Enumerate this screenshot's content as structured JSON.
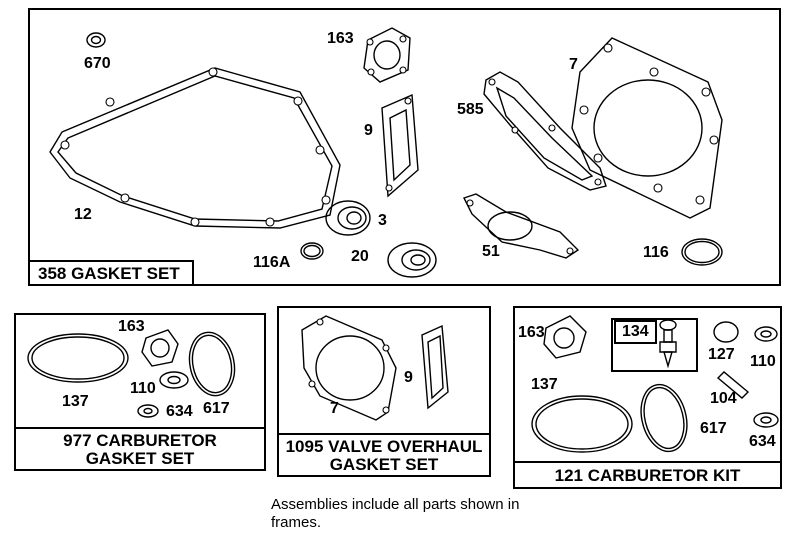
{
  "kits": {
    "gasket_set": {
      "label": "358 GASKET SET"
    },
    "carb_gasket_set": {
      "line1": "977 CARBURETOR",
      "line2": "GASKET SET"
    },
    "valve_overhaul": {
      "line1": "1095 VALVE OVERHAUL",
      "line2": "GASKET SET"
    },
    "carb_kit": {
      "label": "121 CARBURETOR KIT"
    }
  },
  "parts_main": {
    "p670": "670",
    "p163": "163",
    "p7": "7",
    "p585": "585",
    "p9": "9",
    "p12": "12",
    "p3": "3",
    "p116A": "116A",
    "p20": "20",
    "p51": "51",
    "p116": "116"
  },
  "parts_carb_gasket": {
    "p163": "163",
    "p137": "137",
    "p110": "110",
    "p634": "634",
    "p617": "617"
  },
  "parts_valve": {
    "p7": "7",
    "p9": "9"
  },
  "parts_carb_kit": {
    "p163": "163",
    "p134": "134",
    "p127": "127",
    "p110": "110",
    "p137": "137",
    "p104": "104",
    "p617": "617",
    "p634": "634"
  },
  "note": {
    "line1": "Assemblies include all parts shown in",
    "line2": "frames."
  }
}
